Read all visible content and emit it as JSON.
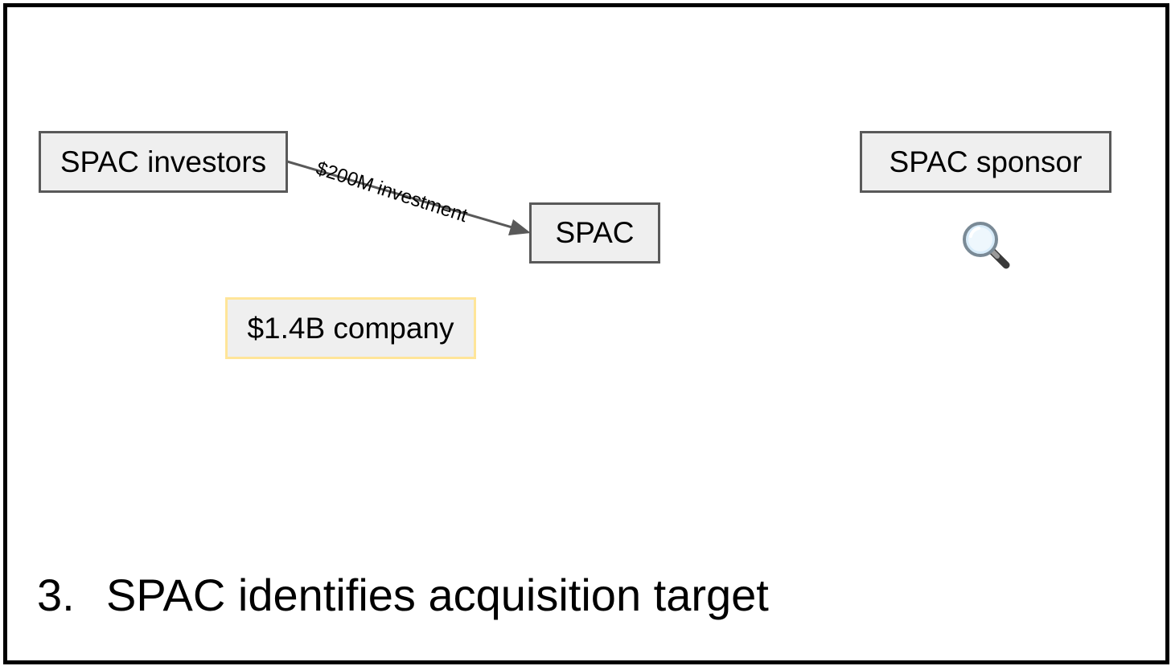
{
  "nodes": {
    "investors": "SPAC investors",
    "spac": "SPAC",
    "sponsor": "SPAC sponsor",
    "target": "$1.4B company"
  },
  "edges": {
    "investment_label": "$200M investment"
  },
  "icons": {
    "sponsor_search": "magnifying-glass-icon"
  },
  "step": {
    "number": "3.",
    "text": "SPAC identifies acquisition target"
  },
  "colors": {
    "box_fill": "#efefef",
    "box_border": "#595959",
    "target_border": "#ffe599",
    "arrow": "#595959"
  }
}
